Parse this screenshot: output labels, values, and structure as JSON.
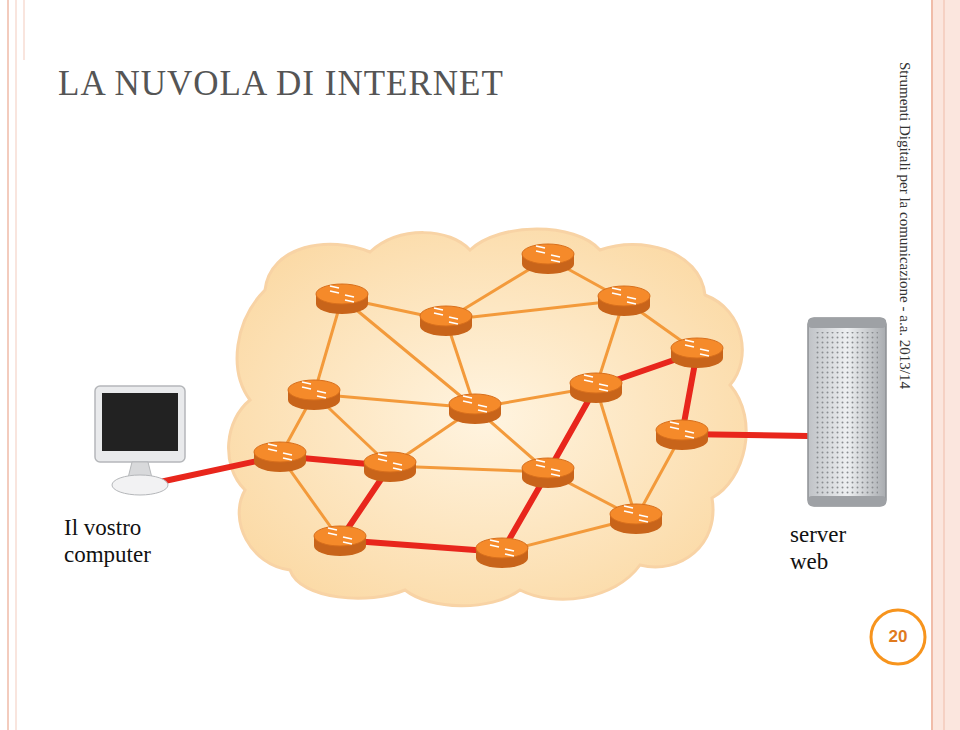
{
  "diagram": {
    "title": "LA NUVOLA DI INTERNET",
    "nodes": [
      {
        "text": [
          "Il vostro computer"
        ]
      },
      {
        "text": [
          "server web"
        ]
      }
    ],
    "labels": [
      "Strumenti Digitali per la comunicazione - a.a. 2013/14",
      "20"
    ]
  }
}
